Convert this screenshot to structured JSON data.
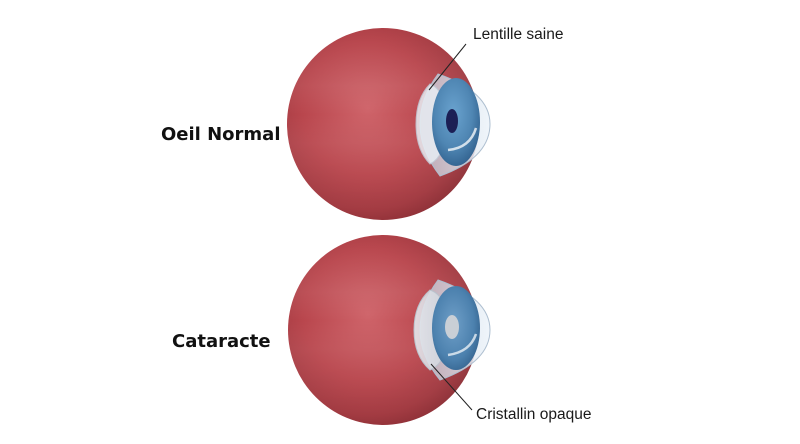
{
  "eyes": [
    {
      "title": "Oeil Normal",
      "callout": "Lentille saine"
    },
    {
      "title": "Cataracte",
      "callout": "Cristallin opaque"
    }
  ],
  "colors": {
    "eyeball": "#b5454b",
    "iris": "#4f86b3",
    "pupil": "#1c1f55",
    "cloudy_lens": "#c9cfd6",
    "cornea": "#dde8f2"
  }
}
